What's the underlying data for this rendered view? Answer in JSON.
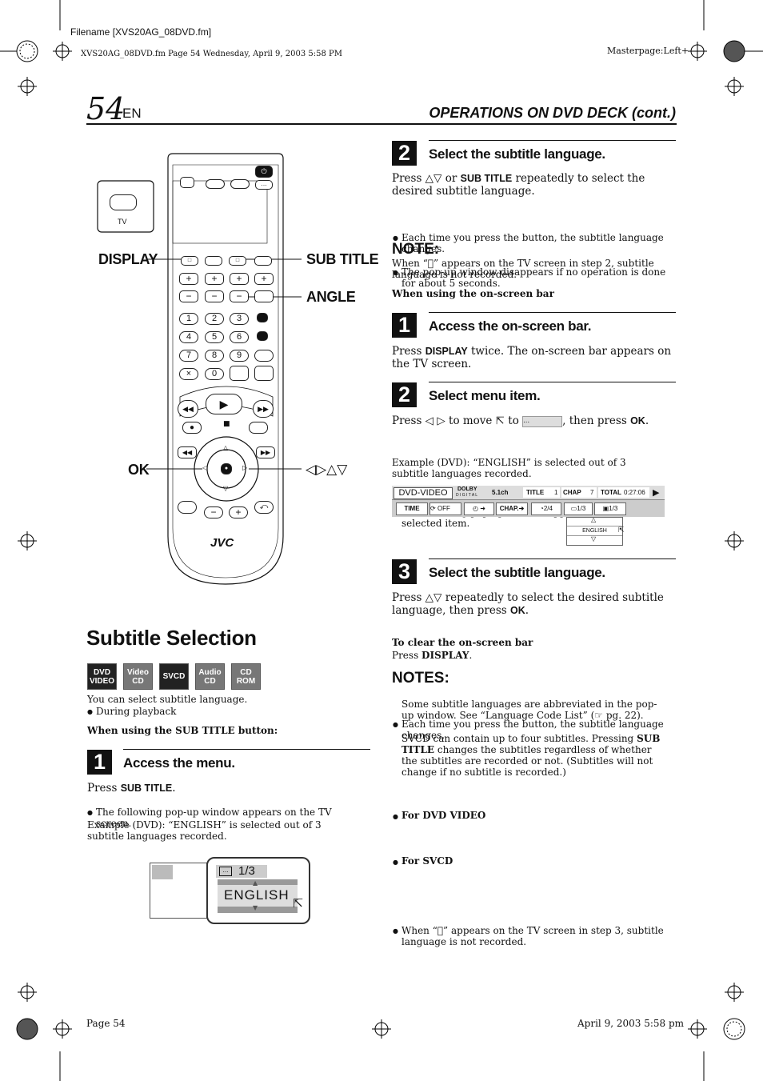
{
  "header": {
    "filename": "Filename [XVS20AG_08DVD.fm]",
    "file_info": "XVS20AG_08DVD.fm  Page 54  Wednesday, April 9, 2003  5:58 PM",
    "masterpage": "Masterpage:Left+"
  },
  "page": {
    "number": "54",
    "lang": "EN",
    "section_title": "OPERATIONS ON DVD DECK (cont.)"
  },
  "remote": {
    "labels": {
      "display": "DISPLAY",
      "sub_title": "SUB TITLE",
      "angle": "ANGLE",
      "ok": "OK",
      "arrows": "◁▷△▽"
    },
    "tv_label": "TV",
    "brand": "JVC",
    "keypad": [
      "1",
      "2",
      "3",
      "4",
      "5",
      "6",
      "7",
      "8",
      "9",
      "×",
      "0"
    ],
    "plus": "+",
    "minus": "−"
  },
  "left": {
    "title": "Subtitle Selection",
    "discs": [
      "DVD VIDEO",
      "Video CD",
      "SVCD",
      "Audio CD",
      "CD ROM"
    ],
    "intro": "You can select subtitle language.",
    "intro_bullet": "During playback",
    "sub_heading": "When using the SUB TITLE button:",
    "step1": {
      "num": "1",
      "title": "Access the menu.",
      "press_prefix": "Press ",
      "press_key": "SUB TITLE",
      "press_suffix": ".",
      "bullet": "The following pop-up window appears on the TV screen.",
      "example": "Example (DVD): “ENGLISH” is selected out of 3 subtitle languages recorded."
    },
    "popup": {
      "count": "1/3",
      "language": "ENGLISH"
    }
  },
  "right": {
    "step2": {
      "num": "2",
      "title": "Select the subtitle language.",
      "text_a": "Press △▽ or ",
      "text_key": "SUB TITLE",
      "text_b": " repeatedly to select the desired subtitle language.",
      "bullets": [
        "Each time you press the button, the subtitle language changes.",
        "The pop-up window disappears if no operation is done for about 5 seconds."
      ]
    },
    "note": {
      "heading": "NOTE:",
      "text": "When “⃠” appears on the TV screen in step 2, subtitle language is not recorded."
    },
    "onscreen_heading": "When using the on-screen bar",
    "osb_step1": {
      "num": "1",
      "title": "Access the on-screen bar.",
      "text_a": "Press ",
      "text_key": "DISPLAY",
      "text_b": " twice. The on-screen bar appears on the TV screen."
    },
    "osb_step2": {
      "num": "2",
      "title": "Select menu item.",
      "text_a": "Press ◁ ▷ to move ",
      "text_mid": " to ",
      "text_b": ", then press ",
      "text_key": "OK",
      "text_c": ".",
      "bullet": "The following pop-up window appears under the selected item.",
      "example": "Example (DVD): “ENGLISH” is selected out of 3 subtitle languages recorded."
    },
    "osd_bar": {
      "mode": "DVD-VIDEO",
      "dolby": "DOLBY",
      "digital": "D I G I T A L",
      "channel": "5.1ch",
      "title_label": "TITLE",
      "title_val": "1",
      "chap_label": "CHAP",
      "chap_val": "7",
      "total_label": "TOTAL",
      "total_val": "0:27:06",
      "time": "TIME",
      "off": "OFF",
      "chap_btn": "CHAP.",
      "audio": "2/4",
      "subtitle": "1/3",
      "angle": "1/3",
      "popup_lang": "ENGLISH"
    },
    "osb_step3": {
      "num": "3",
      "title": "Select the subtitle language.",
      "text_a": "Press △▽ repeatedly to select the desired subtitle language, then press ",
      "text_key": "OK",
      "text_b": ".",
      "bullet": "Each time you press the button, the subtitle language changes."
    },
    "clear": {
      "heading": "To clear the on-screen bar",
      "text_a": "Press ",
      "text_key": "DISPLAY",
      "text_b": "."
    },
    "notes": {
      "heading": "NOTES:",
      "dvd_head": "For DVD VIDEO",
      "dvd_text": "Some subtitle languages are abbreviated in the pop-up window. See “Language Code List” (☞ pg. 22).",
      "svcd_head": "For SVCD",
      "svcd_text_a": "SVCD can contain up to four subtitles. Pressing ",
      "svcd_key": "SUB TITLE",
      "svcd_text_b": " changes the subtitles regardless of whether the subtitles are recorded or not. (Subtitles will not change if no subtitle is recorded.)",
      "last": "When “⃠” appears on the TV screen in step 3, subtitle language is not recorded."
    }
  },
  "footer": {
    "page": "Page 54",
    "date": "April 9, 2003 5:58 pm"
  }
}
